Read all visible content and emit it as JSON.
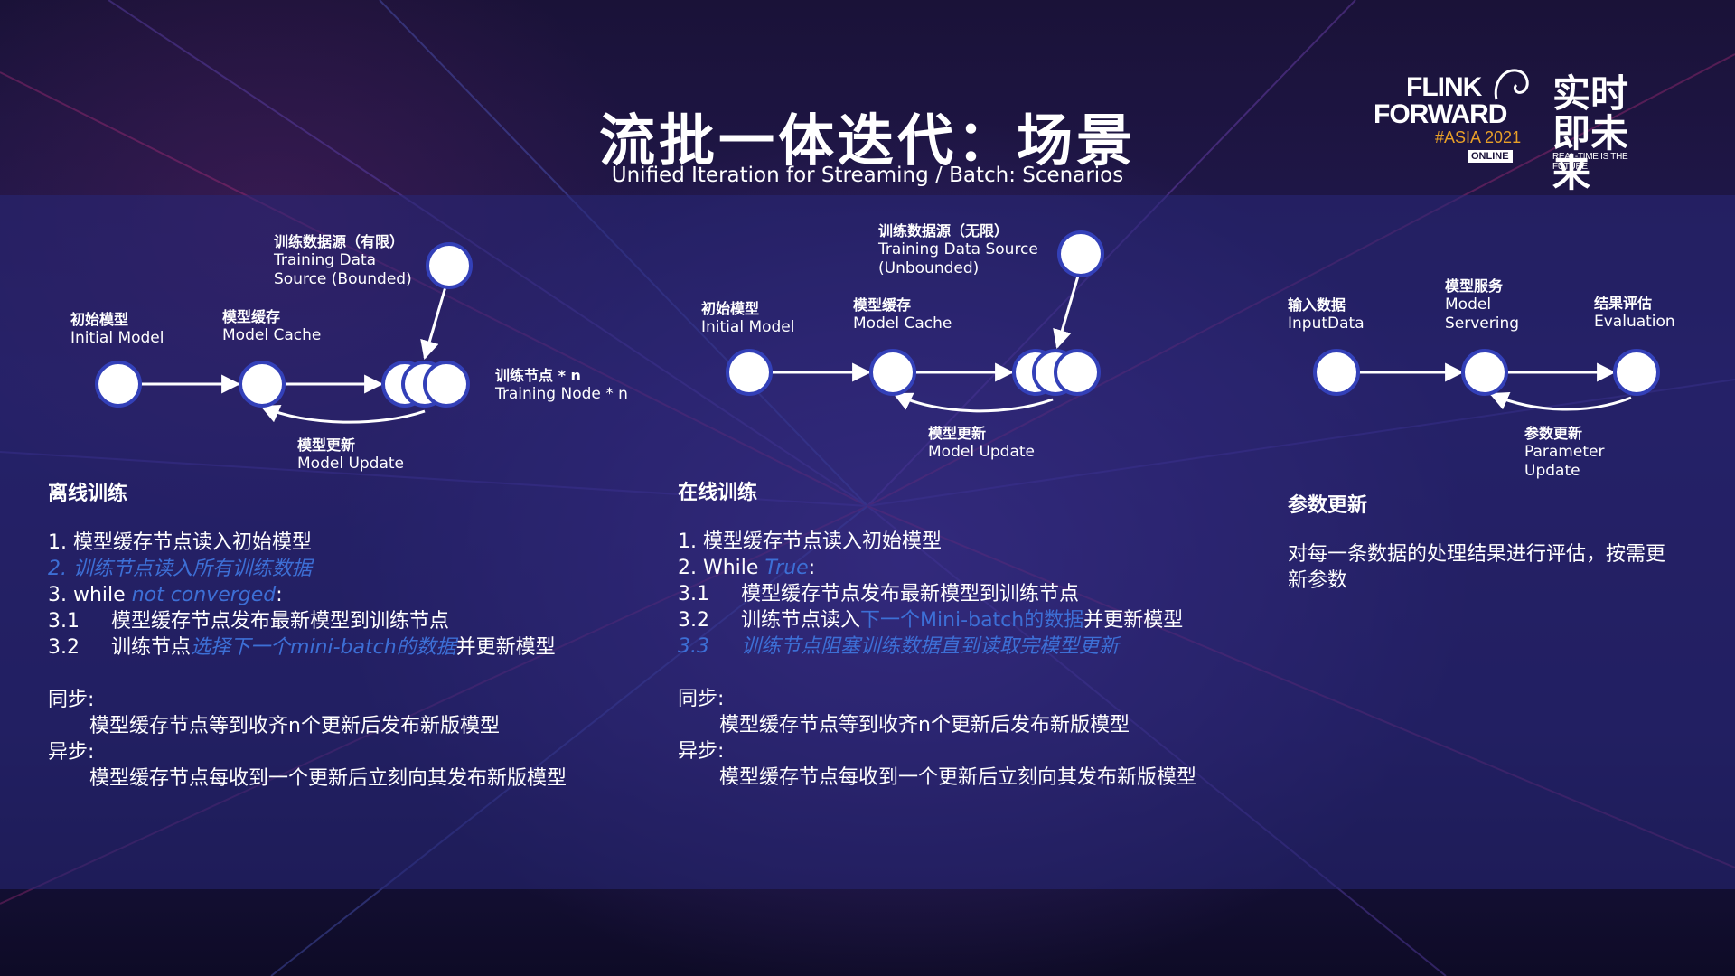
{
  "header": {
    "title_zh": "流批一体迭代：场景",
    "title_en": "Unified Iteration for Streaming / Batch: Scenarios"
  },
  "logo": {
    "line1": "FLINK",
    "line2": "FORWARD",
    "asia": "#ASIA 2021",
    "online": "ONLINE",
    "realtime_zh_1": "实时",
    "realtime_zh_2": "即未来",
    "tagline": "REAL-TIME IS THE FUTURE"
  },
  "colors": {
    "highlight": "#3d6fd6",
    "node_fill": "#ffffff",
    "node_stroke": "#3340b8"
  },
  "offline": {
    "diagram": {
      "initial_model": {
        "zh": "初始模型",
        "en": "Initial Model"
      },
      "model_cache": {
        "zh": "模型缓存",
        "en": "Model Cache"
      },
      "data_source": {
        "zh": "训练数据源（有限）",
        "en1": "Training Data",
        "en2": "Source (Bounded)"
      },
      "training_node": {
        "zh": "训练节点 * n",
        "en": "Training Node * n"
      },
      "model_update": {
        "zh": "模型更新",
        "en": "Model Update"
      }
    },
    "section_title": "离线训练",
    "steps": {
      "s1": "1.  模型缓存节点读入初始模型",
      "s2": "2.  训练节点读入所有训练数据",
      "s3_prefix": "3.  while ",
      "s3_hl": "not converged",
      "s3_suffix": ":",
      "s31_num": "3.1",
      "s31_text": "模型缓存节点发布最新模型到训练节点",
      "s32_num": "3.2",
      "s32_prefix": "训练节点",
      "s32_hl": "选择下一个mini-batch的数据",
      "s32_suffix": "并更新模型"
    },
    "sync_label": "同步:",
    "sync_text": "模型缓存节点等到收齐n个更新后发布新版模型",
    "async_label": "异步:",
    "async_text": "模型缓存节点每收到一个更新后立刻向其发布新版模型"
  },
  "online": {
    "diagram": {
      "initial_model": {
        "zh": "初始模型",
        "en": "Initial Model"
      },
      "model_cache": {
        "zh": "模型缓存",
        "en": "Model Cache"
      },
      "data_source": {
        "zh": "训练数据源（无限）",
        "en1": "Training Data Source",
        "en2": "(Unbounded)"
      },
      "model_update": {
        "zh": "模型更新",
        "en": "Model Update"
      }
    },
    "section_title": "在线训练",
    "steps": {
      "s1": "1.  模型缓存节点读入初始模型",
      "s2_prefix": "2.  While ",
      "s2_hl": "True",
      "s2_suffix": ":",
      "s31_num": "3.1",
      "s31_text": "模型缓存节点发布最新模型到训练节点",
      "s32_num": "3.2",
      "s32_prefix": "训练节点读入",
      "s32_hl": "下一个Mini-batch的数据",
      "s32_suffix": "并更新模型",
      "s33_num": "3.3",
      "s33_text": "训练节点阻塞训练数据直到读取完模型更新"
    },
    "sync_label": "同步:",
    "sync_text": "模型缓存节点等到收齐n个更新后发布新版模型",
    "async_label": "异步:",
    "async_text": "模型缓存节点每收到一个更新后立刻向其发布新版模型"
  },
  "param": {
    "diagram": {
      "input": {
        "zh": "输入数据",
        "en": "InputData"
      },
      "serving": {
        "zh": "模型服务",
        "en1": "Model",
        "en2": "Servering"
      },
      "evaluation": {
        "zh": "结果评估",
        "en": "Evaluation"
      },
      "update": {
        "zh": "参数更新",
        "en1": "Parameter",
        "en2": "Update"
      }
    },
    "section_title": "参数更新",
    "description_1": "对每一条数据的处理结果进行评估，按需更",
    "description_2": "新参数"
  }
}
